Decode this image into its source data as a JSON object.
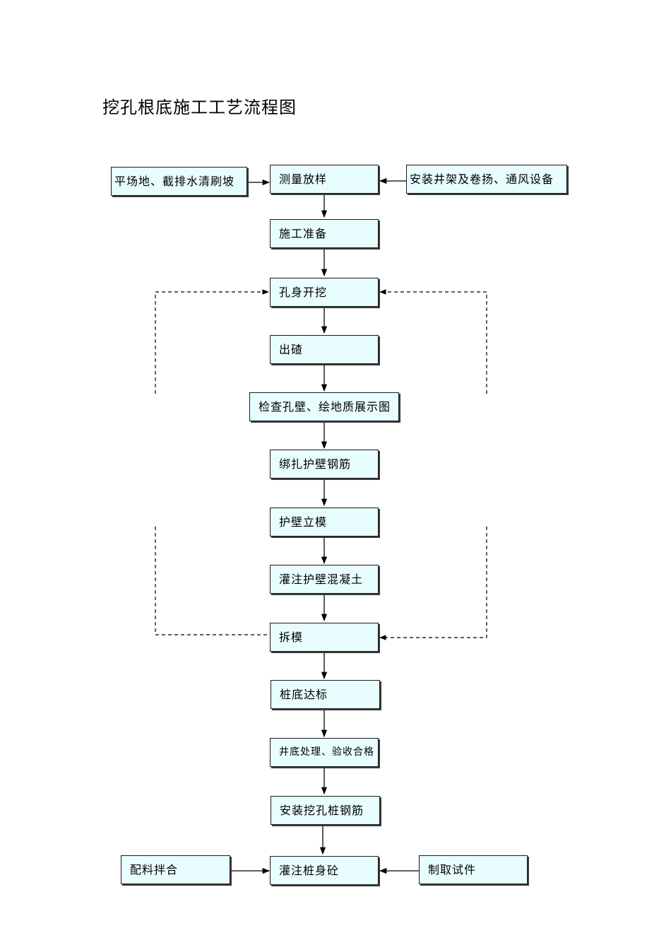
{
  "title": "挖孔根底施工工艺流程图",
  "steps": {
    "survey": "测量放样",
    "site_prep": "平场地、截排水清刷坡",
    "install_frame": "安装井架及卷扬、通风设备",
    "prep": "施工准备",
    "excavate": "孔身开挖",
    "muck": "出碴",
    "inspect": "检查孔壁、绘地质展示图",
    "rebar_wall": "绑扎护壁钢筋",
    "formwork": "护壁立模",
    "pour_wall": "灌注护壁混凝土",
    "remove_form": "拆模",
    "bottom_level": "桩底达标",
    "bottom_treat": "井底处理、验收合格",
    "install_rebar": "安装挖孔桩钢筋",
    "pour_pile": "灌注桩身砼",
    "mix": "配料拌合",
    "sample": "制取试件"
  }
}
